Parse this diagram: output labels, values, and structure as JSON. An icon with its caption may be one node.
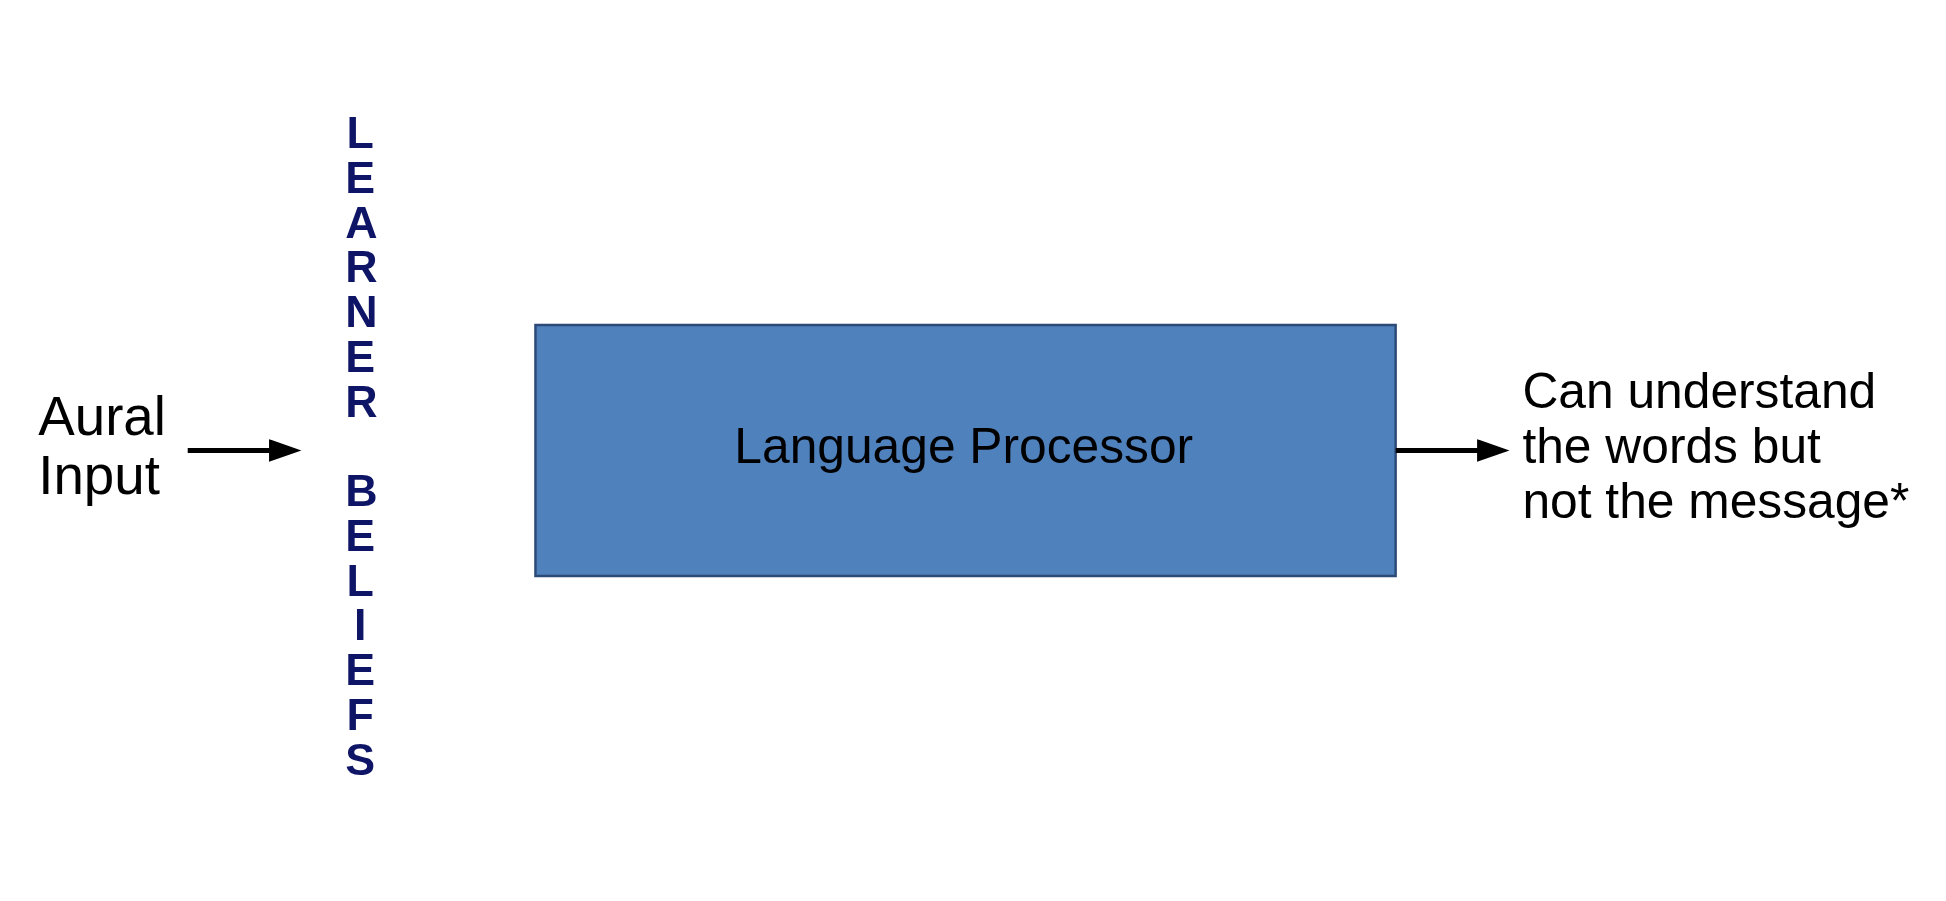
{
  "diagram": {
    "nodes": [
      {
        "text": [
          "Aural Input"
        ]
      },
      {
        "text": [
          "LEARNER BELIEFS"
        ]
      },
      {
        "text": [
          "Language Processor"
        ]
      },
      {
        "text": [
          "Can understand the words but not the message*"
        ]
      }
    ],
    "edges": [
      {
        "from": 0,
        "to": 1,
        "arrow": "to"
      },
      {
        "from": 2,
        "to": 3,
        "arrow": "to"
      }
    ]
  }
}
